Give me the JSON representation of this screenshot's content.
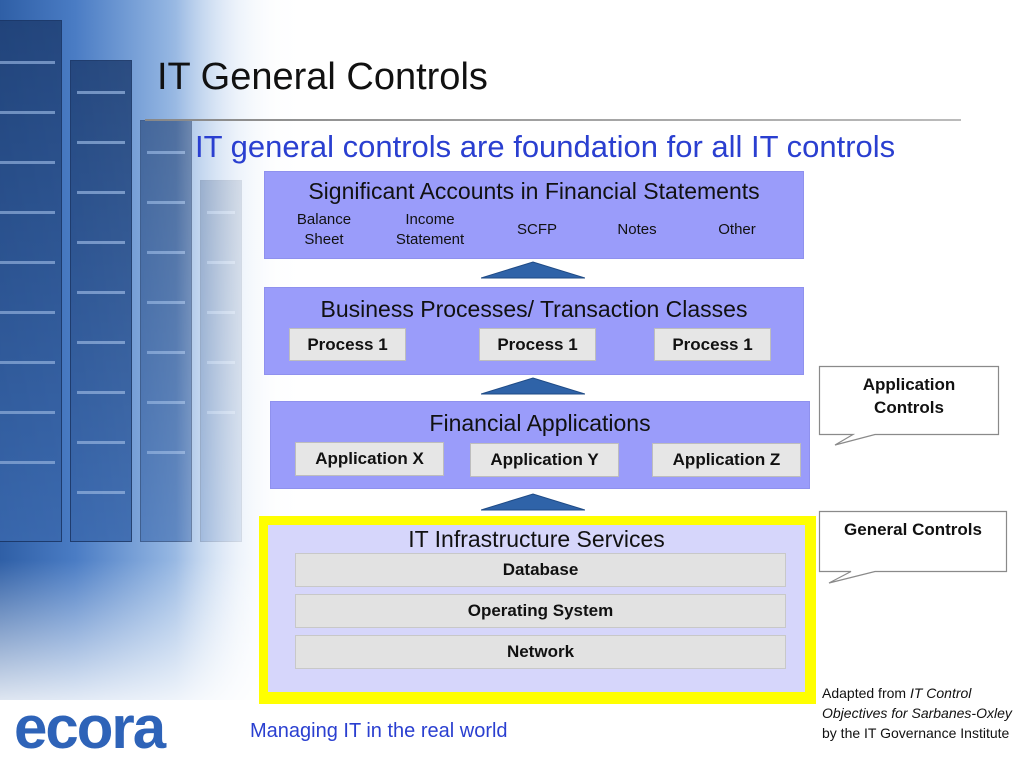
{
  "slide": {
    "title": "IT General Controls",
    "subtitle": "IT general controls are foundation for all IT controls"
  },
  "accounts": {
    "header": "Significant Accounts in Financial Statements",
    "items": [
      {
        "line1": "Balance",
        "line2": "Sheet"
      },
      {
        "line1": "Income",
        "line2": "Statement"
      },
      {
        "line1": "SCFP",
        "line2": ""
      },
      {
        "line1": "Notes",
        "line2": ""
      },
      {
        "line1": "Other",
        "line2": ""
      }
    ]
  },
  "processes": {
    "header": "Business Processes/ Transaction Classes",
    "items": [
      "Process 1",
      "Process 1",
      "Process 1"
    ]
  },
  "applications": {
    "header": "Financial Applications",
    "items": [
      "Application X",
      "Application Y",
      "Application Z"
    ]
  },
  "infrastructure": {
    "header": "IT Infrastructure Services",
    "layers": [
      "Database",
      "Operating System",
      "Network"
    ],
    "highlight_color": "#ffff00"
  },
  "callouts": {
    "application": {
      "line1": "Application",
      "line2": "Controls"
    },
    "general": "General Controls"
  },
  "citation": {
    "prefix": "Adapted from ",
    "title": "IT Control Objectives for Sarbanes-Oxley",
    "suffix": " by the IT Governance Institute"
  },
  "brand": {
    "logo": "ecora",
    "tagline": "Managing IT in the real world",
    "accent_color": "#2a3fd0",
    "box_color": "#9a9cfa"
  }
}
